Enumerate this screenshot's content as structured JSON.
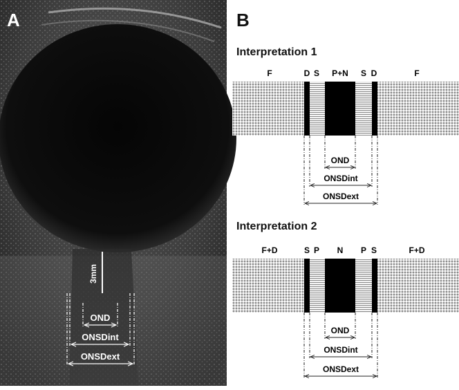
{
  "panel_a": {
    "letter": "A",
    "scale_label": "3mm",
    "measures": [
      "OND",
      "ONSDint",
      "ONSDext"
    ]
  },
  "panel_b": {
    "letter": "B",
    "interpretations": [
      {
        "title": "Interpretation 1",
        "layer_labels": [
          "F",
          "D",
          "S",
          "P+N",
          "S",
          "D",
          "F"
        ],
        "measures": [
          "OND",
          "ONSDint",
          "ONSDext"
        ]
      },
      {
        "title": "Interpretation 2",
        "layer_labels": [
          "F+D",
          "S",
          "P",
          "N",
          "P",
          "S",
          "F+D"
        ],
        "measures": [
          "OND",
          "ONSDint",
          "ONSDext"
        ]
      }
    ]
  }
}
